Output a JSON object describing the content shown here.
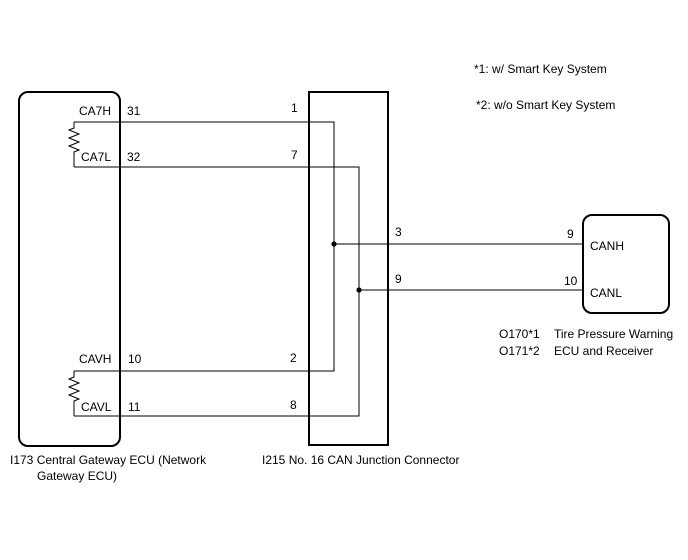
{
  "notes": {
    "note1": "*1: w/ Smart Key System",
    "note2": "*2: w/o Smart Key System"
  },
  "gateway_ecu": {
    "caption_line1": "I173 Central Gateway ECU (Network",
    "caption_line2": "Gateway ECU)",
    "pins": {
      "ca7h": {
        "label": "CA7H",
        "number": "31"
      },
      "ca7l": {
        "label": "CA7L",
        "number": "32"
      },
      "cavh": {
        "label": "CAVH",
        "number": "10"
      },
      "cavl": {
        "label": "CAVL",
        "number": "11"
      }
    }
  },
  "junction_connector": {
    "caption": "I215  No. 16 CAN Junction Connector",
    "pins": {
      "p1": "1",
      "p7": "7",
      "p3": "3",
      "p9": "9",
      "p2": "2",
      "p8": "8"
    }
  },
  "tpms_ecu": {
    "code1": "O170*1",
    "code2": "O171*2",
    "name_line1": "Tire Pressure Warning",
    "name_line2": "ECU and Receiver",
    "pins": {
      "canh": {
        "label": "CANH",
        "number": "9"
      },
      "canl": {
        "label": "CANL",
        "number": "10"
      }
    }
  }
}
